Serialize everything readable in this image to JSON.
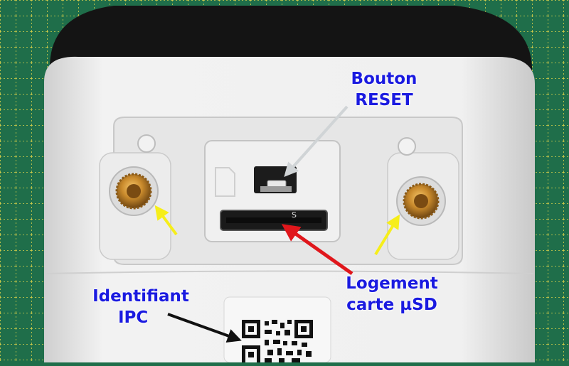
{
  "annotations": {
    "reset_button": {
      "line1": "Bouton",
      "line2": "RESET",
      "arrow_color": "#d0d4d6"
    },
    "sd_slot": {
      "line1": "Logement",
      "line2": "carte µSD",
      "arrow_color": "#e0161b"
    },
    "ipc_id": {
      "line1": "Identifiant",
      "line2": "IPC",
      "arrow_color": "#111111"
    },
    "screw_inserts": {
      "arrow_color": "#f6ee1a"
    },
    "label_color": "#1a1ae0"
  },
  "scene": {
    "mat_color": "#1f6e4a",
    "mat_grid_color": "#d9d04a",
    "camera_body_color": "#eeeeee",
    "camera_top_color": "#111111",
    "sd_slot_mark": "S"
  }
}
